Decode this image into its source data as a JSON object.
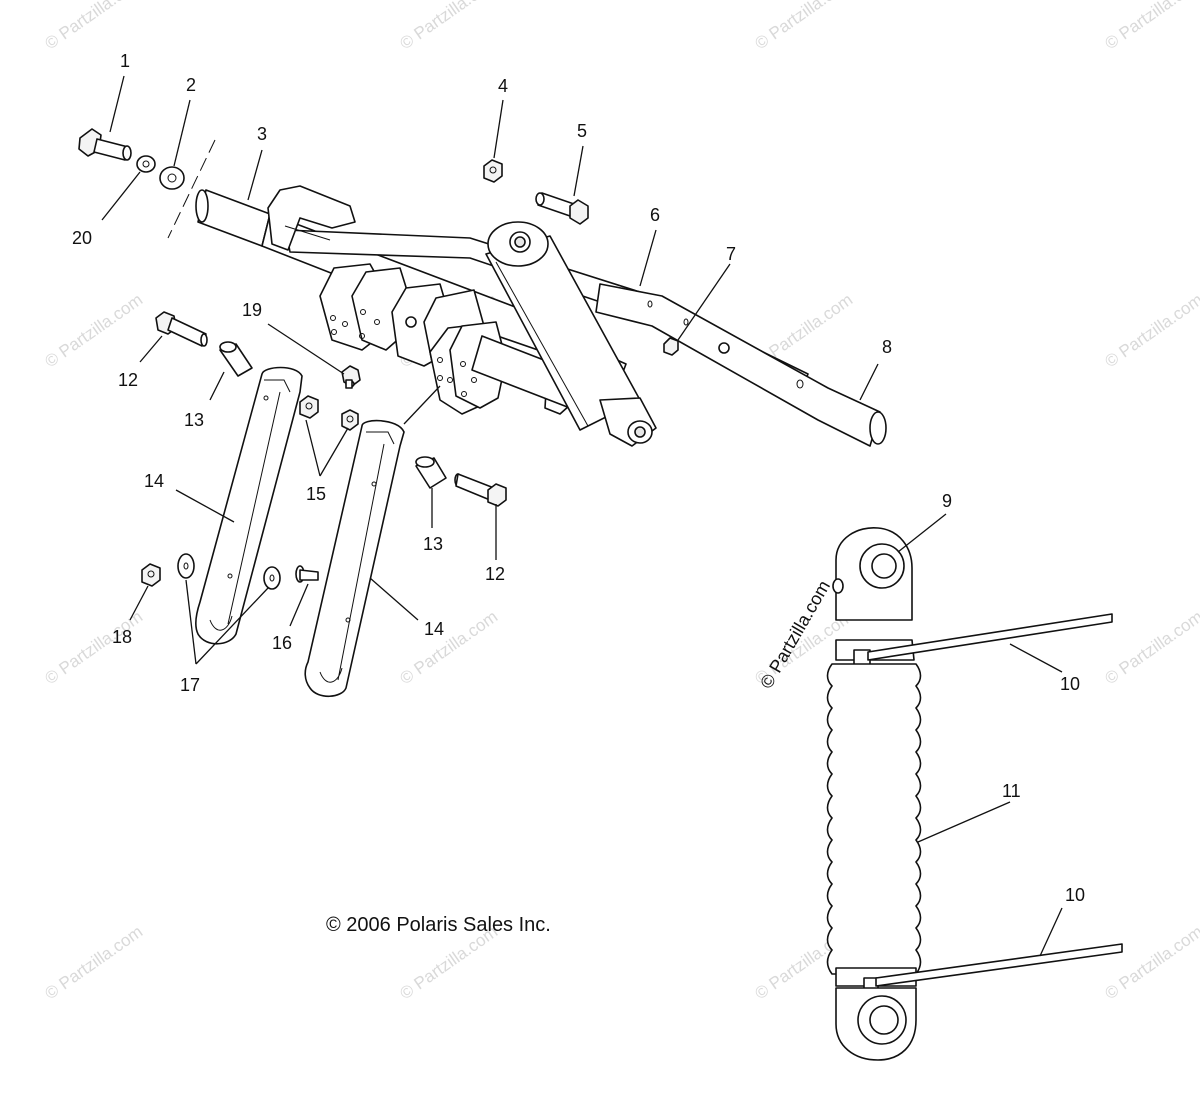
{
  "watermark": {
    "text": "© Partzilla.com",
    "color": "#d9d9d9"
  },
  "inline_watermark": "© Partzilla.com",
  "copyright": "© 2006 Polaris Sales Inc.",
  "callouts": {
    "c1": "1",
    "c2": "2",
    "c3": "3",
    "c4": "4",
    "c5": "5",
    "c6": "6",
    "c7": "7",
    "c8": "8",
    "c9": "9",
    "c10a": "10",
    "c10b": "10",
    "c11": "11",
    "c12a": "12",
    "c12b": "12",
    "c13a": "13",
    "c13b": "13",
    "c14a": "14",
    "c14b": "14",
    "c15": "15",
    "c16": "16",
    "c17": "17",
    "c18": "18",
    "c19": "19",
    "c20": "20"
  }
}
